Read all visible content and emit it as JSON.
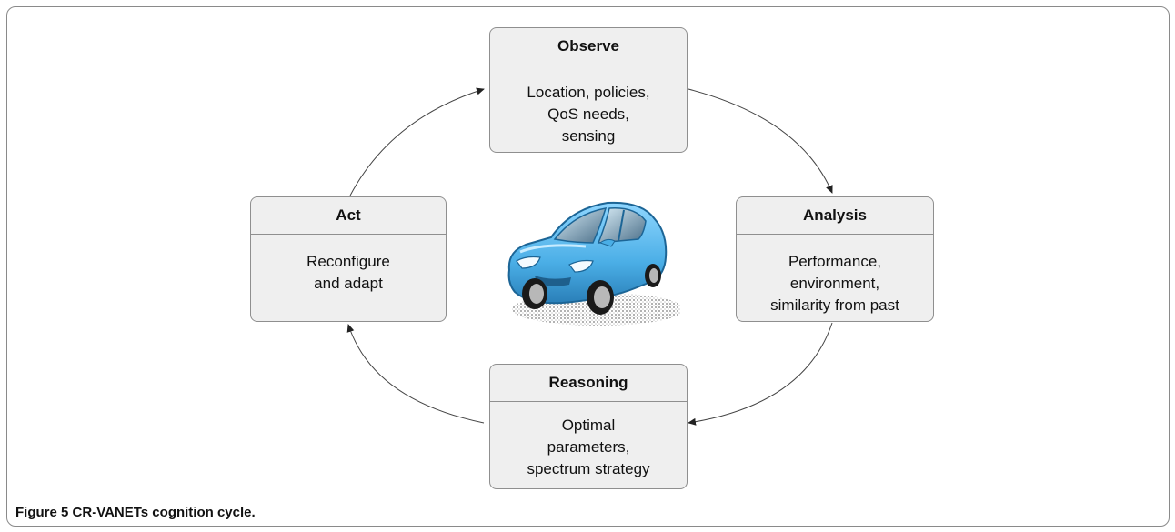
{
  "boxes": {
    "observe": {
      "title": "Observe",
      "lines": [
        "Location, policies,",
        "QoS needs,",
        "sensing"
      ]
    },
    "analysis": {
      "title": "Analysis",
      "lines": [
        "Performance,",
        "environment,",
        "similarity from past"
      ]
    },
    "reasoning": {
      "title": "Reasoning",
      "lines": [
        "Optimal",
        "parameters,",
        "spectrum strategy"
      ]
    },
    "act": {
      "title": "Act",
      "lines": [
        "Reconfigure",
        "and adapt"
      ]
    }
  },
  "caption": {
    "label": "Figure 5",
    "text": "CR-VANETs cognition cycle."
  },
  "colors": {
    "box_fill": "#efefef",
    "box_border": "#8f8f8f",
    "car_body": "#5ab8ec"
  },
  "icons": {
    "center": "car-icon"
  }
}
